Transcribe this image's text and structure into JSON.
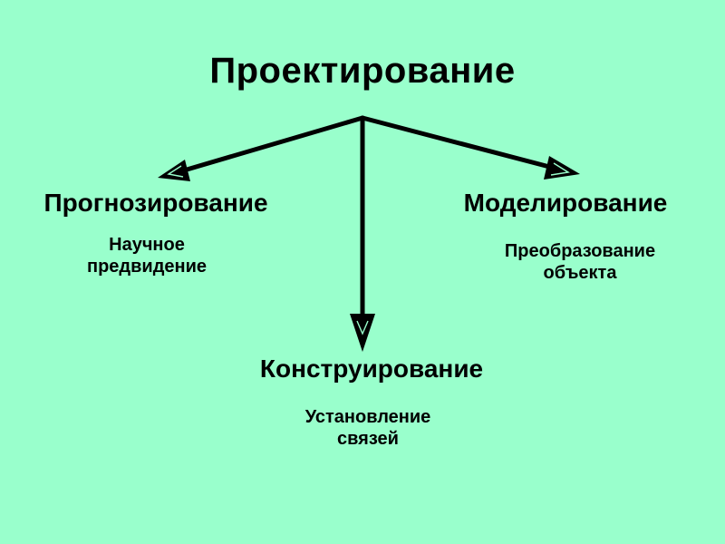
{
  "diagram": {
    "root": "Проектирование",
    "branches": [
      {
        "title": "Прогнозирование",
        "subtitle": "Научное\nпредвидение"
      },
      {
        "title": "Моделирование",
        "subtitle": "Преобразование\nобъекта"
      },
      {
        "title": "Конструирование",
        "subtitle": "Установление\nсвязей"
      }
    ],
    "colors": {
      "background": "#99ffcc",
      "foreground": "#000000"
    }
  }
}
